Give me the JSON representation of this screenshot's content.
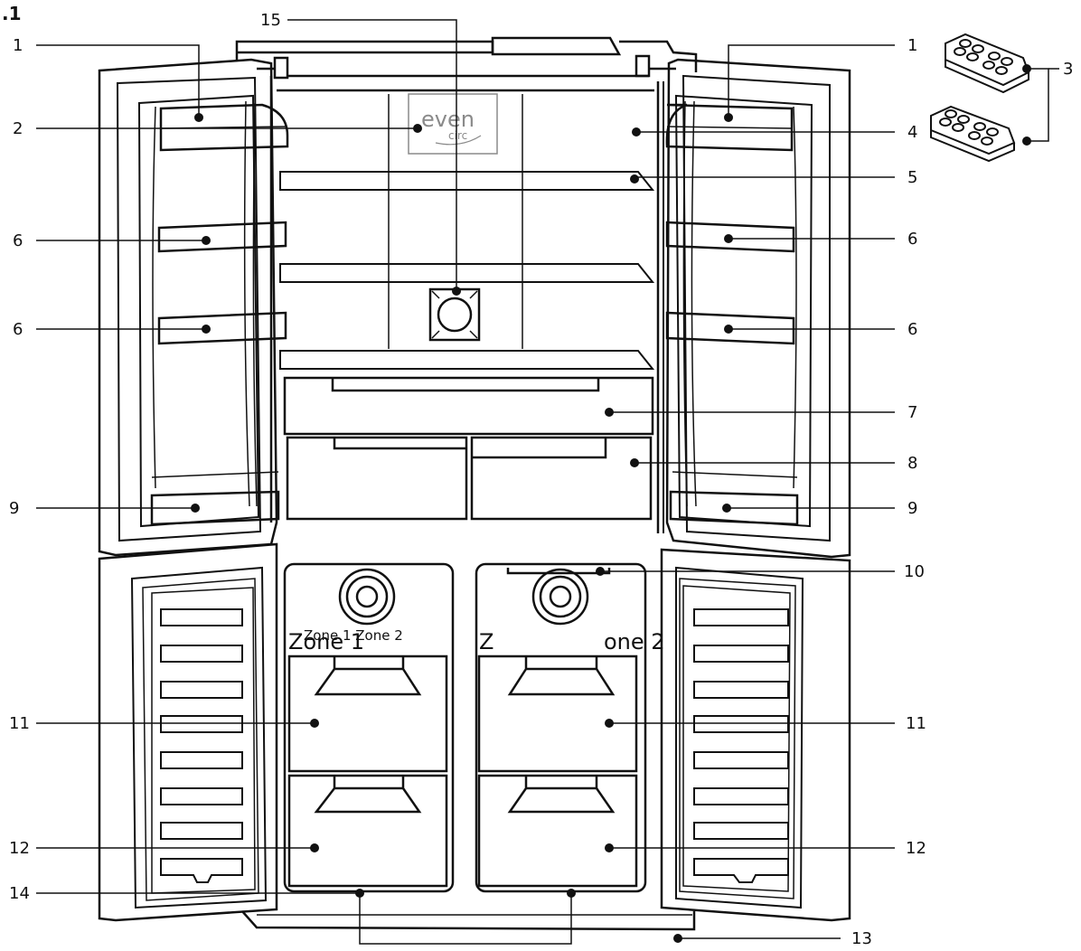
{
  "figure_label": ".1",
  "colors": {
    "ink": "#111111",
    "background": "#ffffff",
    "logo_grey": "#8a8a8a"
  },
  "logo": {
    "word": "even",
    "sub": "circ"
  },
  "zone_labels": {
    "small": "Zone 1 Zone 2",
    "zone1": "Zone 1",
    "zone2_z": "Z",
    "zone2_rest": "one 2"
  },
  "callouts": [
    {
      "id": "1-left",
      "label": "1"
    },
    {
      "id": "1-right",
      "label": "1"
    },
    {
      "id": "2",
      "label": "2"
    },
    {
      "id": "3",
      "label": "3"
    },
    {
      "id": "4",
      "label": "4"
    },
    {
      "id": "5",
      "label": "5"
    },
    {
      "id": "6-left-a",
      "label": "6"
    },
    {
      "id": "6-right-a",
      "label": "6"
    },
    {
      "id": "6-left-b",
      "label": "6"
    },
    {
      "id": "6-right-b",
      "label": "6"
    },
    {
      "id": "7",
      "label": "7"
    },
    {
      "id": "8",
      "label": "8"
    },
    {
      "id": "9-left",
      "label": "9"
    },
    {
      "id": "9-right",
      "label": "9"
    },
    {
      "id": "10",
      "label": "10"
    },
    {
      "id": "11-left",
      "label": "11"
    },
    {
      "id": "11-right",
      "label": "11"
    },
    {
      "id": "12-left",
      "label": "12"
    },
    {
      "id": "12-right",
      "label": "12"
    },
    {
      "id": "13",
      "label": "13"
    },
    {
      "id": "14",
      "label": "14"
    },
    {
      "id": "15",
      "label": "15"
    }
  ]
}
